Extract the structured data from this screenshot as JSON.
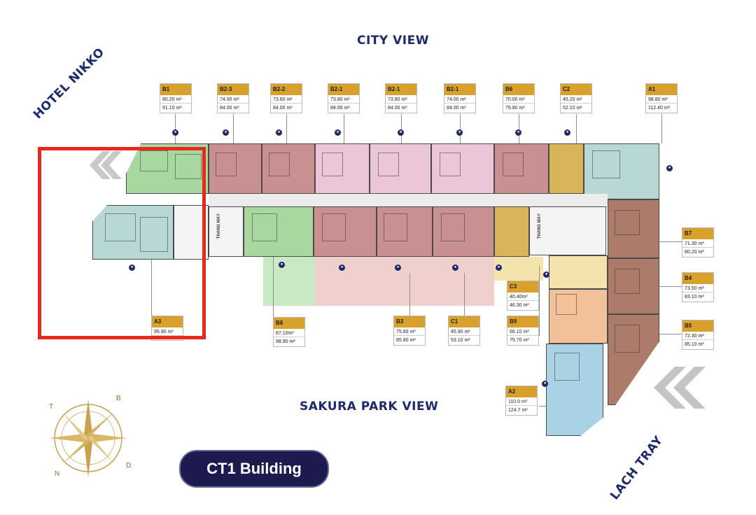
{
  "labels": {
    "city_view": "CITY VIEW",
    "sakura_view": "SAKURA PARK VIEW",
    "hotel": "HOTEL NIKKO",
    "lach_tray": "LACH TRAY",
    "building": "CT1 Building",
    "lift": "THANG MÁY"
  },
  "compass": {
    "letters": [
      "T",
      "B",
      "D",
      "N"
    ]
  },
  "colors": {
    "green": "#a8d7a0",
    "teal": "#b7d8d4",
    "maroon": "#c89090",
    "pink": "#ebc6d6",
    "salmon": "#ebb9b0",
    "gold": "#d8b45a",
    "peach": "#f2c199",
    "blue": "#a9d3e4",
    "brown": "#ac7b6a",
    "highlight": "#e8281d",
    "badge": "#1c1a4f"
  },
  "units": [
    {
      "code": "B1",
      "a1": "80.20 m²",
      "a2": "91.10 m²"
    },
    {
      "code": "B2-3",
      "a1": "74.00 m²",
      "a2": "84.00 m²"
    },
    {
      "code": "B2-2",
      "a1": "73.60 m²",
      "a2": "84.00 m²"
    },
    {
      "code": "B2-1",
      "a1": "73.80 m²",
      "a2": "84.00 m²"
    },
    {
      "code": "B2-1",
      "a1": "73.80 m²",
      "a2": "84.00 m²"
    },
    {
      "code": "B2-1",
      "a1": "74.00 m²",
      "a2": "84.00 m²"
    },
    {
      "code": "B6",
      "a1": "70.00 m²",
      "a2": "79.80 m²"
    },
    {
      "code": "C2",
      "a1": "45.20 m²",
      "a2": "52.10 m²"
    },
    {
      "code": "A1",
      "a1": "98.80 m²",
      "a2": "112.40 m²"
    },
    {
      "code": "B7",
      "a1": "71.30 m²",
      "a2": "80.20 m²"
    },
    {
      "code": "B4",
      "a1": "73.50 m²",
      "a2": "83.10 m²"
    },
    {
      "code": "B5",
      "a1": "72.30 m²",
      "a2": "85.10 m²"
    },
    {
      "code": "C3",
      "a1": "40.40m²",
      "a2": "46.30 m²"
    },
    {
      "code": "B9",
      "a1": "66.10 m²",
      "a2": "75.70 m²"
    },
    {
      "code": "C1",
      "a1": "45.90 m²",
      "a2": "53.10 m²"
    },
    {
      "code": "B3",
      "a1": "75.60 m²",
      "a2": "85.80 m²"
    },
    {
      "code": "B8",
      "a1": "87.10m²",
      "a2": "98.90 m²"
    },
    {
      "code": "A3",
      "a1": "95.90 m²",
      "a2": ""
    },
    {
      "code": "A2",
      "a1": "110.0 m²",
      "a2": "124.7 m²"
    }
  ]
}
